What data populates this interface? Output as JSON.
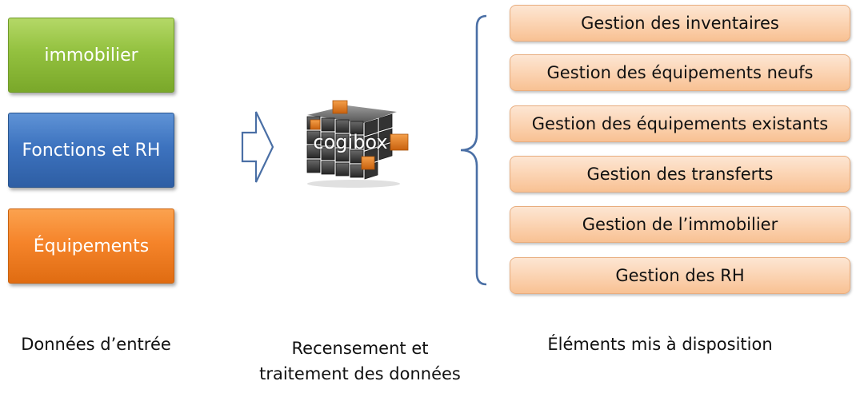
{
  "inputs": {
    "items": [
      {
        "label": "immobilier",
        "color": "#93c13f"
      },
      {
        "label": "Fonctions et RH",
        "color": "#3d73bf"
      },
      {
        "label": "Équipements",
        "color": "#f5842a"
      }
    ],
    "caption": "Données d’entrée"
  },
  "process": {
    "logo_text": "cogibox",
    "caption_line1": "Recensement et",
    "caption_line2": "traitement des données"
  },
  "outputs": {
    "items": [
      {
        "label": "Gestion des inventaires"
      },
      {
        "label": "Gestion des équipements neufs"
      },
      {
        "label": "Gestion des équipements existants"
      },
      {
        "label": "Gestion des transferts"
      },
      {
        "label": "Gestion de l’immobilier"
      },
      {
        "label": "Gestion des RH"
      }
    ],
    "caption": "Éléments mis à disposition",
    "color": "#fbd2b0"
  },
  "colors": {
    "arrow": "#4a6fa5",
    "brace": "#4a6fa5",
    "cube_dark": "#3a3a3a",
    "cube_accent": "#e07a1a"
  }
}
